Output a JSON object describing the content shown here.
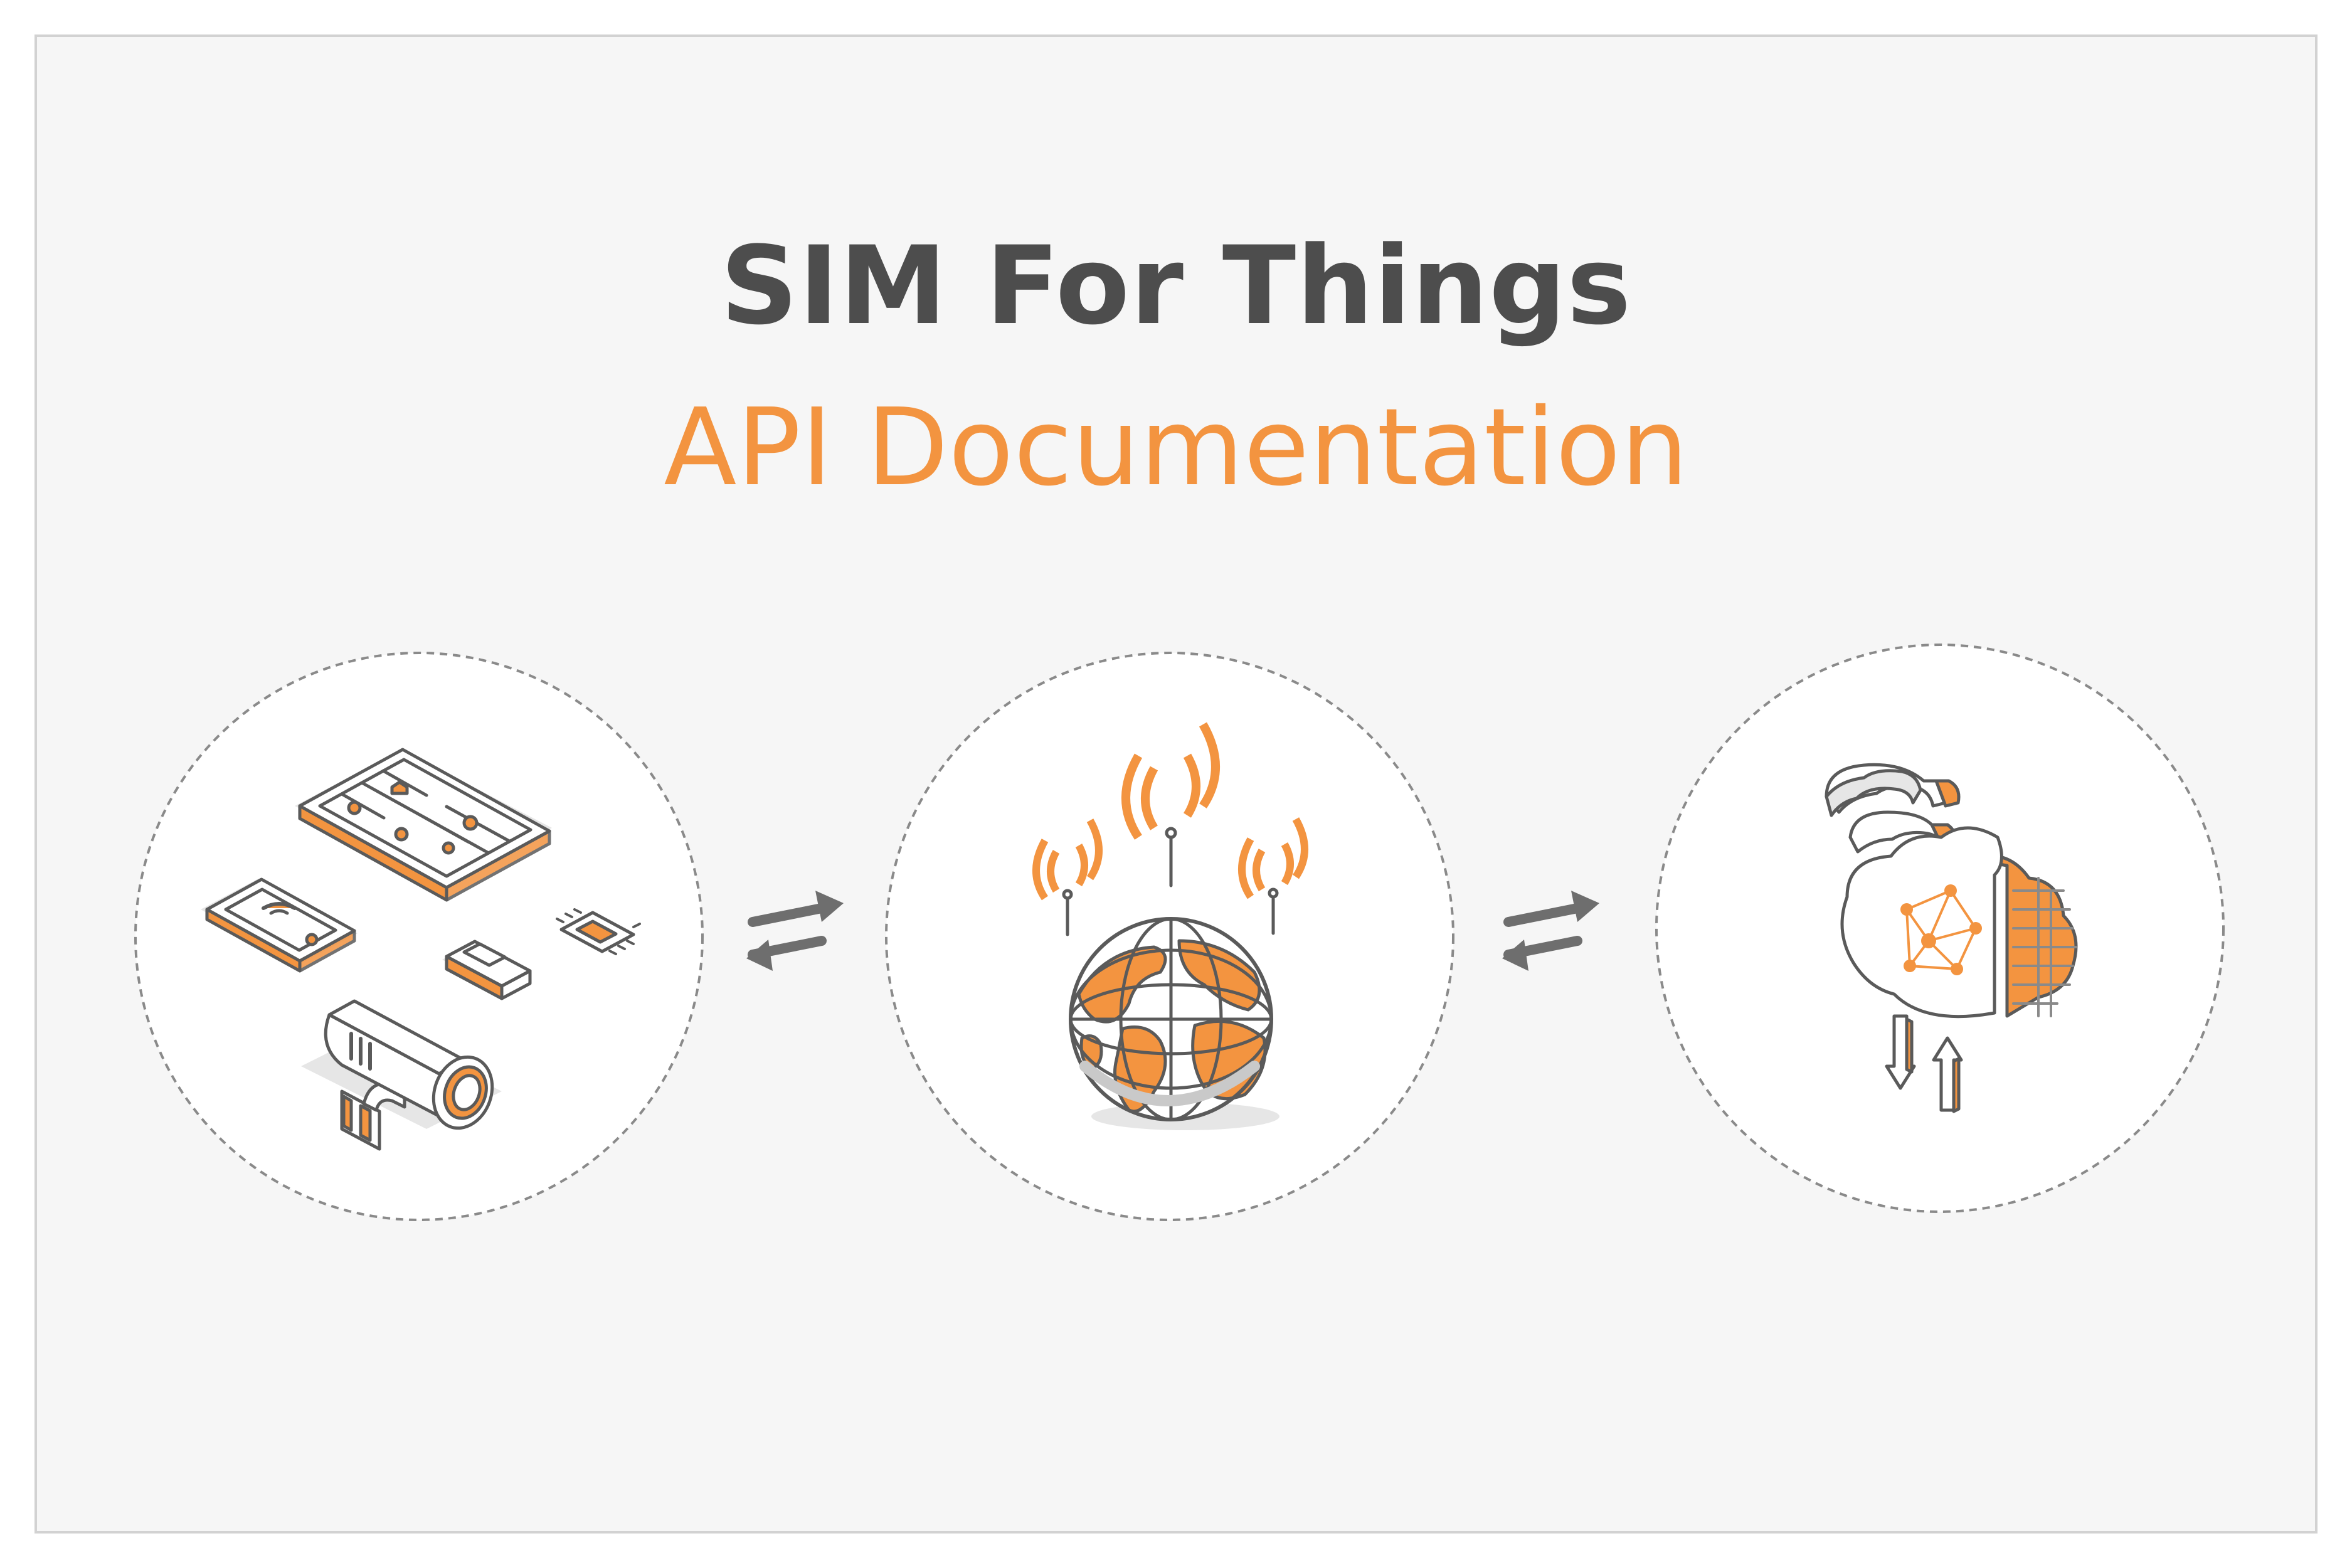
{
  "heading": {
    "title": "SIM For Things",
    "subtitle": "API Documentation"
  },
  "colors": {
    "title": "#4d4d4d",
    "accent": "#f39440",
    "frame_bg": "#f6f6f6",
    "frame_border": "#d2d2d2",
    "circle_bg": "#ffffff",
    "circle_border": "#8a8a8a",
    "line": "#5a5a5a",
    "arrow": "#6e6e6e",
    "shade": "#e6e6e6"
  },
  "nodes": [
    {
      "id": "devices",
      "icon": "iot-devices-icon"
    },
    {
      "id": "network",
      "icon": "globe-network-icon"
    },
    {
      "id": "cloud",
      "icon": "cloud-platform-icon"
    }
  ],
  "connectors": [
    {
      "from": "devices",
      "to": "network",
      "icon": "bidirectional-arrows-icon"
    },
    {
      "from": "network",
      "to": "cloud",
      "icon": "bidirectional-arrows-icon"
    }
  ]
}
